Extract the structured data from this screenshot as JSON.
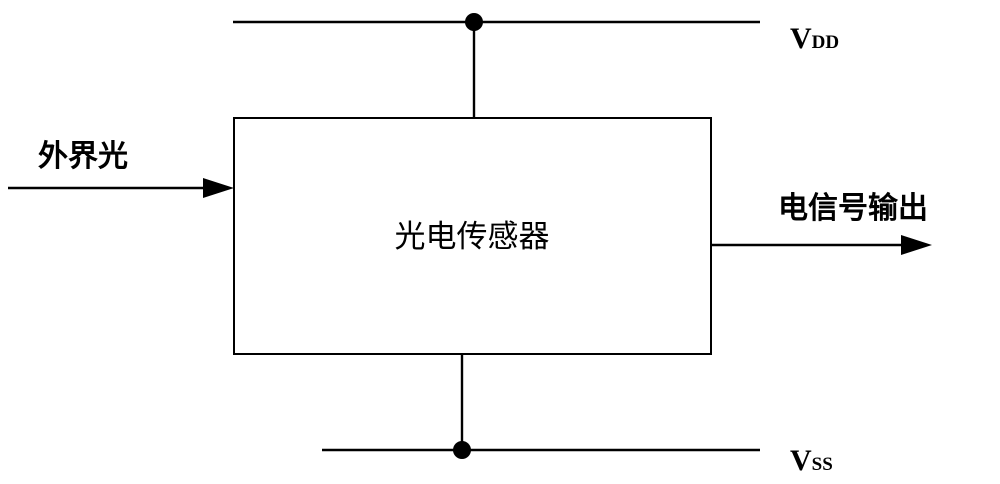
{
  "rails": {
    "vdd": {
      "main": "V",
      "sub": "DD"
    },
    "vss": {
      "main": "V",
      "sub": "SS"
    }
  },
  "block": {
    "label": "光电传感器"
  },
  "input": {
    "label": "外界光"
  },
  "output": {
    "label": "电信号输出"
  },
  "colors": {
    "line": "#000000",
    "background": "#ffffff"
  }
}
